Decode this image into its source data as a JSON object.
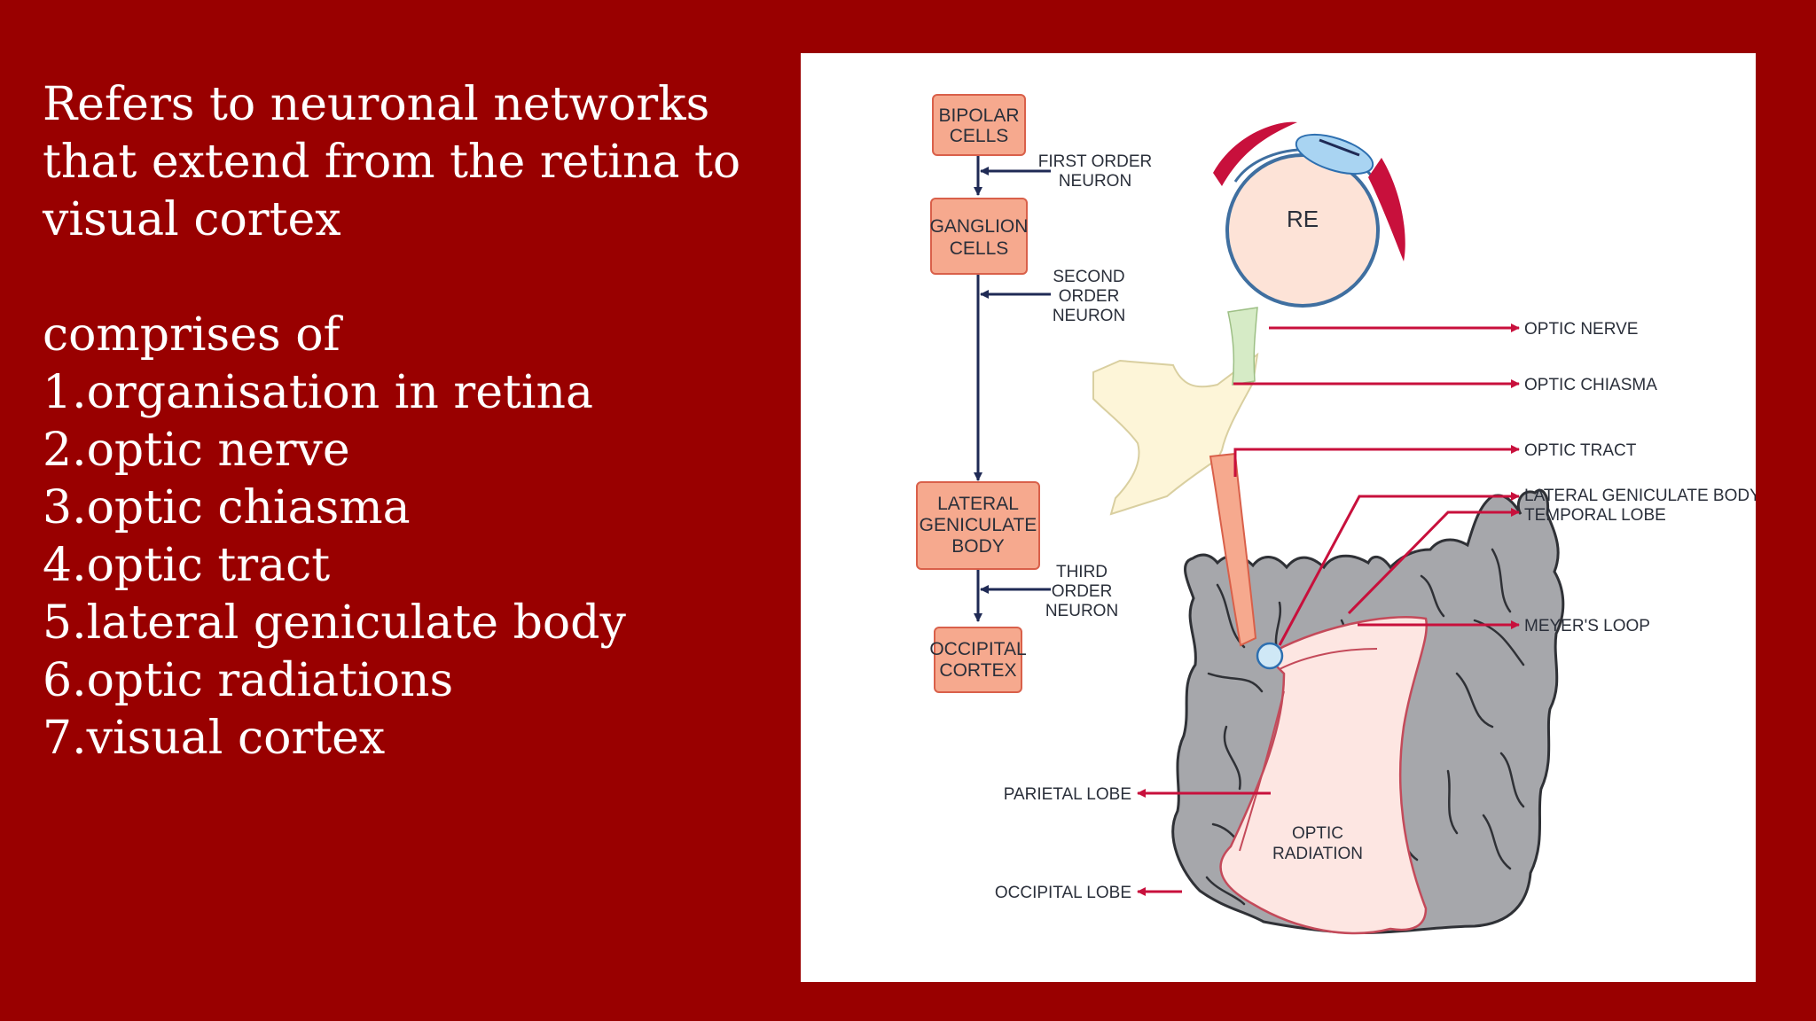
{
  "slide": {
    "intro_lines": [
      "Refers to neuronal networks",
      "that extend from the retina to",
      "visual cortex"
    ],
    "comprises_heading": "comprises of",
    "components": [
      "1.organisation in retina",
      "2.optic nerve",
      "3.optic chiasma",
      "4.optic tract",
      "5.lateral geniculate body",
      "6.optic radiations",
      "7.visual cortex"
    ]
  },
  "diagram": {
    "flow_boxes": {
      "bipolar": [
        "BIPOLAR",
        "CELLS"
      ],
      "ganglion": [
        "GANGLION",
        "CELLS"
      ],
      "lgb": [
        "LATERAL",
        "GENICULATE",
        "BODY"
      ],
      "occipital": [
        "OCCIPITAL",
        "CORTEX"
      ]
    },
    "neuron_labels": {
      "first": [
        "FIRST ORDER",
        "NEURON"
      ],
      "second": [
        "SECOND",
        "ORDER",
        "NEURON"
      ],
      "third": [
        "THIRD",
        "ORDER",
        "NEURON"
      ]
    },
    "eye_label": "RE",
    "right_labels": {
      "optic_nerve": "OPTIC NERVE",
      "optic_chiasma": "OPTIC CHIASMA",
      "optic_tract": "OPTIC TRACT",
      "lgb": "LATERAL GENICULATE BODY",
      "temporal_lobe": "TEMPORAL LOBE",
      "meyers_loop": "MEYER'S LOOP"
    },
    "left_labels": {
      "parietal_lobe": "PARIETAL LOBE",
      "occipital_lobe": "OCCIPITAL LOBE"
    },
    "optic_radiation": [
      "OPTIC",
      "RADIATION"
    ],
    "colors": {
      "slide_bg": "#990000",
      "box_fill": "#f6a98e",
      "box_stroke": "#d9604a",
      "arrow_red": "#c8103c",
      "arrow_navy": "#1f2a55",
      "brain_gray": "#a6a7ab",
      "chiasma_fill": "#fdf5d8",
      "radiation_fill": "#fde6e2"
    }
  }
}
